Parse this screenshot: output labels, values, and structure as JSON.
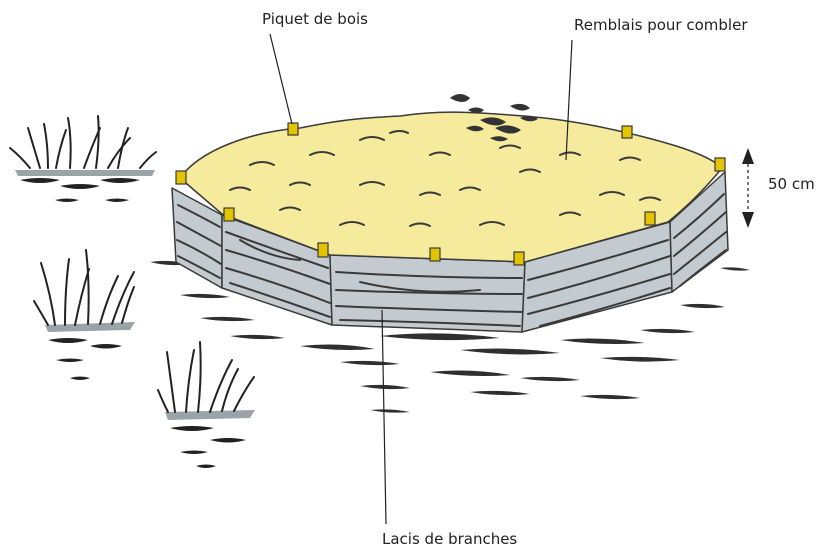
{
  "labels": {
    "stake": "Piquet de bois",
    "fill": "Remblais pour combler",
    "height": "50 cm",
    "branches": "Lacis de branches"
  },
  "colors": {
    "fill": "#f6ea9c",
    "wattle": "#c4cbd0",
    "wattle_stroke": "#3a3a3a",
    "stake": "#e4c400",
    "ink": "#222222",
    "water": "#2f2f2f",
    "grass": "#9aa3a8",
    "soil_clump": "#333333"
  },
  "icons": {
    "height_arrow": "double-headed-vertical-arrow-icon",
    "reed_clumps": "reed-grass-icon"
  }
}
